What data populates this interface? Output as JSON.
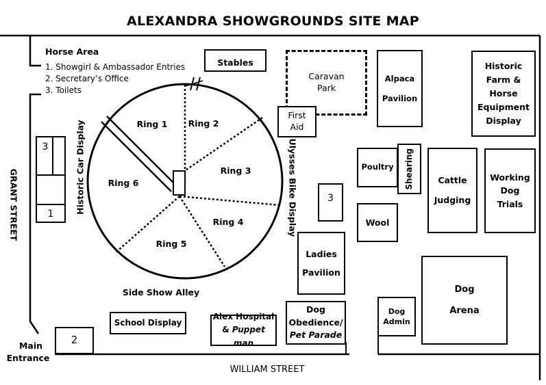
{
  "title": "ALEXANDRA SHOWGROUNDS SITE MAP",
  "horse_area": {
    "heading": "Horse Area",
    "items": [
      "1. Showgirl & Ambassador Entries",
      "2. Secretary’s Office",
      "3. Toilets"
    ]
  },
  "streets": {
    "grant": "GRANT STREET",
    "william": "WILLIAM STREET"
  },
  "main_entrance": [
    "Main",
    "Entrance"
  ],
  "rings": [
    "Ring 1",
    "Ring 2",
    "Ring 3",
    "Ring 4",
    "Ring 5",
    "Ring 6"
  ],
  "displays": {
    "historic_car": "Historic Car Display",
    "ulysses_bike": "Ulysses Bike Display",
    "side_show_alley": "Side Show Alley"
  },
  "buildings": {
    "stables": "Stables",
    "caravan_park": [
      "Caravan",
      "Park"
    ],
    "first_aid": [
      "First",
      "Aid"
    ],
    "alpaca": [
      "Alpaca",
      "Pavilion"
    ],
    "historic_farm": [
      "Historic",
      "Farm &",
      "Horse",
      "Equipment",
      "Display"
    ],
    "poultry": "Poultry",
    "shearing": "Shearing",
    "cattle": [
      "Cattle",
      "Judging"
    ],
    "working_dog": [
      "Working",
      "Dog",
      "Trials"
    ],
    "wool": "Wool",
    "toilets_center": "3",
    "ladies_pavilion": [
      "Ladies",
      "Pavilion"
    ],
    "dog_arena": [
      "Dog",
      "Arena"
    ],
    "dog_admin": [
      "Dog",
      "Admin"
    ],
    "dog_obedience": [
      "Dog",
      "Obedience/",
      "Pet Parade"
    ],
    "alex_hospital": [
      "Alex Hospital",
      "& Puppet man"
    ],
    "school_display": "School Display",
    "left_toilets": "3",
    "left_showgirl": "1",
    "secretary_office": "2"
  }
}
